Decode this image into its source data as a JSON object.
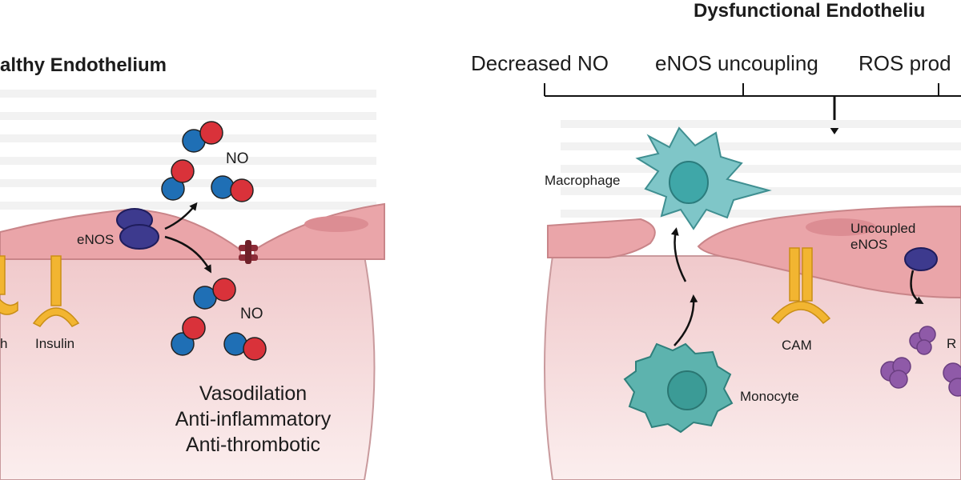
{
  "left_panel": {
    "title": "althy Endothelium",
    "labels": {
      "enos": "eNOS",
      "no_upper": "NO",
      "no_lower": "NO",
      "insulin": "Insulin",
      "partial_receptor": "h"
    },
    "effects": [
      "Vasodilation",
      "Anti-inflammatory",
      "Anti-thrombotic"
    ]
  },
  "right_panel": {
    "title": "Dysfunctional Endotheliu",
    "timeline": [
      "Decreased NO",
      "eNOS uncoupling",
      "ROS prod"
    ],
    "labels": {
      "macrophage": "Macrophage",
      "monocyte": "Monocyte",
      "cam": "CAM",
      "uncoupled_enos": "Uncoupled\neNOS",
      "ros_partial": "R"
    }
  },
  "colors": {
    "vessel_wall": "#f4d3d4",
    "cell": "#eaa5a9",
    "oxygen_atom": "#d9323a",
    "nitrogen_atom": "#1f6fb5",
    "enos": "#3d3a8e",
    "receptor": "#f2b531",
    "macrophage": "#7fc6c8",
    "monocyte": "#5db3ae",
    "ros": "#8f5aa8"
  }
}
